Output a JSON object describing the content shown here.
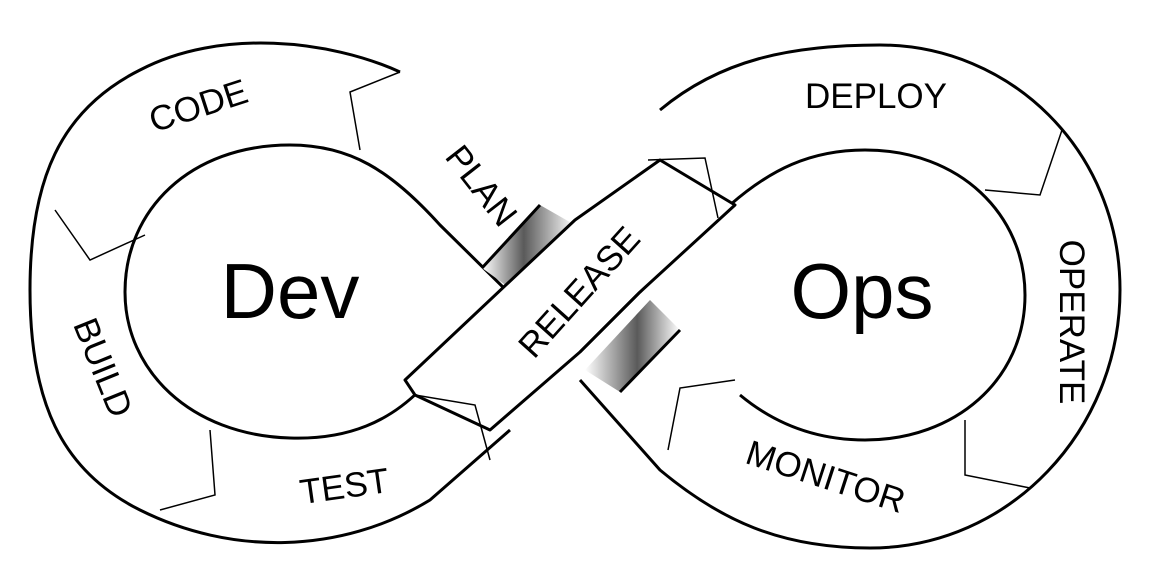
{
  "center": {
    "dev": "Dev",
    "ops": "Ops"
  },
  "stages": {
    "plan": "PLAN",
    "code": "CODE",
    "build": "BUILD",
    "test": "TEST",
    "release": "RELEASE",
    "deploy": "DEPLOY",
    "operate": "OPERATE",
    "monitor": "MONITOR"
  }
}
